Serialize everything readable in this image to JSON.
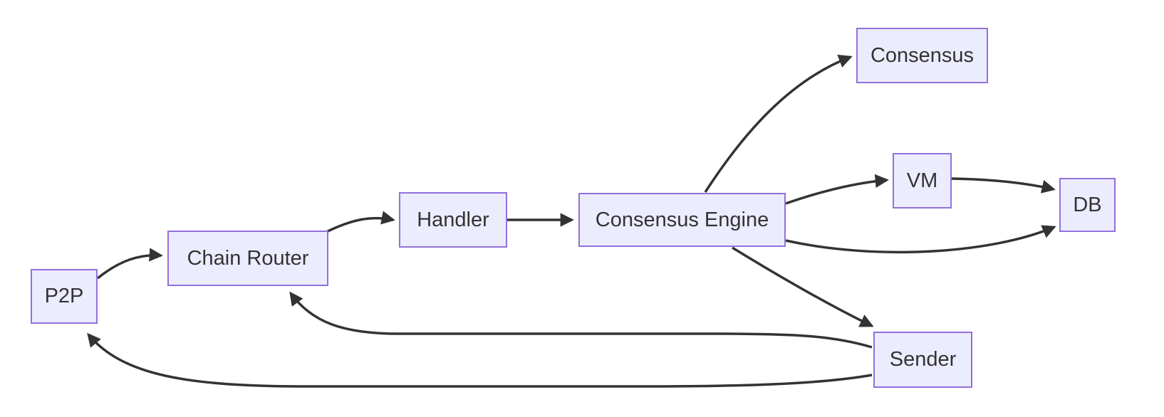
{
  "diagram": {
    "type": "flowchart",
    "direction": "left-to-right"
  },
  "colors": {
    "node_fill": "#ececff",
    "node_border": "#9370db",
    "edge": "#333333",
    "text": "#333333",
    "background": "#ffffff"
  },
  "nodes": [
    {
      "id": "p2p",
      "label": "P2P"
    },
    {
      "id": "chain-router",
      "label": "Chain Router"
    },
    {
      "id": "handler",
      "label": "Handler"
    },
    {
      "id": "consensus-engine",
      "label": "Consensus Engine"
    },
    {
      "id": "consensus",
      "label": "Consensus"
    },
    {
      "id": "vm",
      "label": "VM"
    },
    {
      "id": "db",
      "label": "DB"
    },
    {
      "id": "sender",
      "label": "Sender"
    }
  ],
  "edges": [
    {
      "from": "P2P",
      "to": "Chain Router"
    },
    {
      "from": "Chain Router",
      "to": "Handler"
    },
    {
      "from": "Handler",
      "to": "Consensus Engine"
    },
    {
      "from": "Consensus Engine",
      "to": "Consensus"
    },
    {
      "from": "Consensus Engine",
      "to": "VM"
    },
    {
      "from": "VM",
      "to": "DB"
    },
    {
      "from": "Consensus Engine",
      "to": "DB"
    },
    {
      "from": "Consensus Engine",
      "to": "Sender"
    },
    {
      "from": "Sender",
      "to": "Chain Router"
    },
    {
      "from": "Sender",
      "to": "P2P"
    }
  ]
}
